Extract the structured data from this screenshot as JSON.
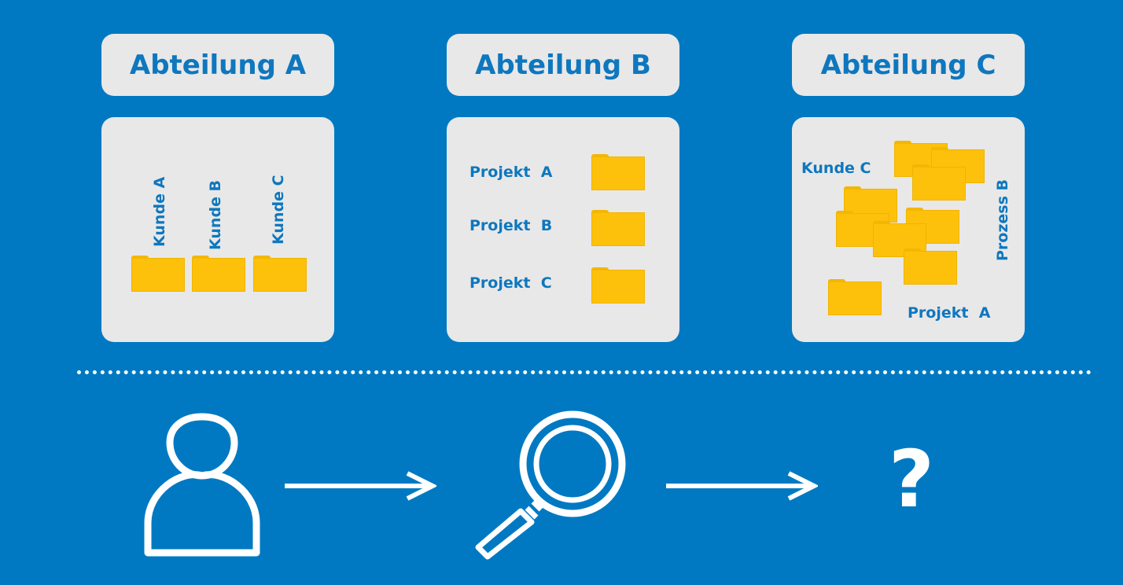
{
  "departments": [
    {
      "title": "Abteilung A",
      "labels": [
        "Kunde A",
        "Kunde B",
        "Kunde C"
      ]
    },
    {
      "title": "Abteilung B",
      "labels": [
        "Projekt  A",
        "Projekt  B",
        "Projekt  C"
      ]
    },
    {
      "title": "Abteilung C",
      "labels": [
        "Kunde C",
        "Prozess B",
        "Projekt  A"
      ]
    }
  ],
  "flow": {
    "steps": [
      "user-icon",
      "arrow-right-icon",
      "magnifier-icon",
      "arrow-right-icon"
    ],
    "result": "?"
  },
  "colors": {
    "background": "#0079c2",
    "panel": "#e8e8e8",
    "text": "#0e77be",
    "folder": "#fdc10b"
  }
}
